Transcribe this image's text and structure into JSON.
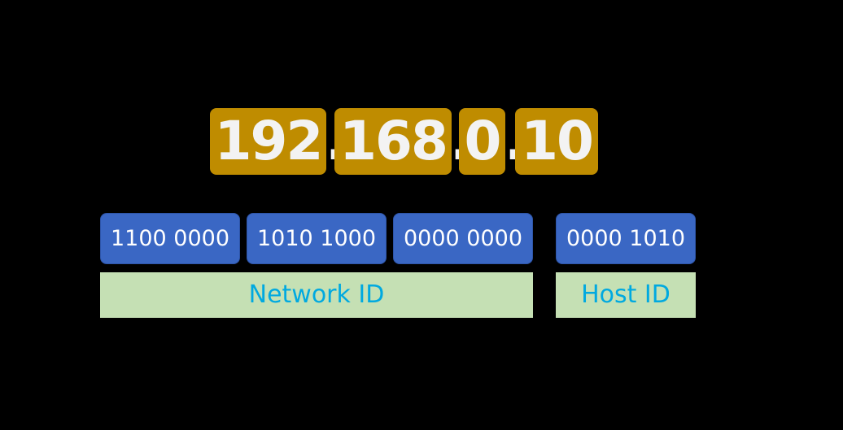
{
  "ip": {
    "octets": [
      "192",
      "168",
      "0",
      "10"
    ],
    "separator": "."
  },
  "binary": [
    "1100 0000",
    "1010 1000",
    "0000 0000",
    "0000 1010"
  ],
  "labels": {
    "network": "Network ID",
    "host": "Host ID"
  },
  "colors": {
    "background": "#000000",
    "octet_box": "#bf8c00",
    "octet_text": "#f3f3f3",
    "binary_box": "#3a67c4",
    "binary_text": "#ffffff",
    "id_box": "#c5e0b4",
    "id_text": "#00a9e0"
  }
}
